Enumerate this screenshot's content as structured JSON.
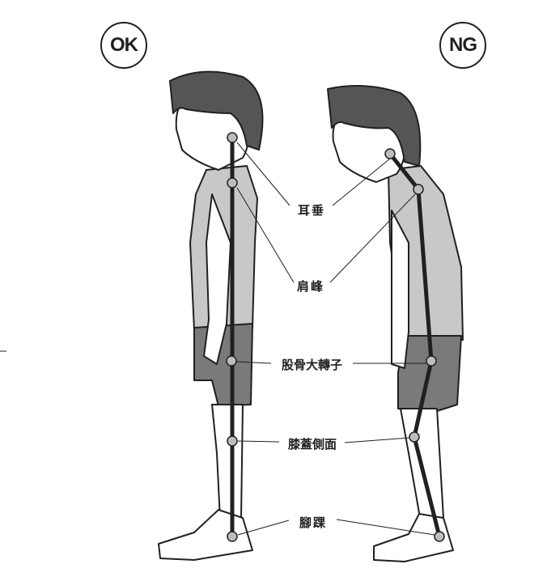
{
  "badges": {
    "good": "OK",
    "bad": "NG"
  },
  "labels": {
    "earlobe": "耳垂",
    "acromion": "肩峰",
    "greater_trochanter": "股骨大轉子",
    "knee_side": "膝蓋側面",
    "ankle": "腳踝"
  },
  "colors": {
    "ink": "#231f20",
    "shirt": "#c8c8c8",
    "shorts": "#7a7a7a",
    "skin": "#ffffff"
  }
}
